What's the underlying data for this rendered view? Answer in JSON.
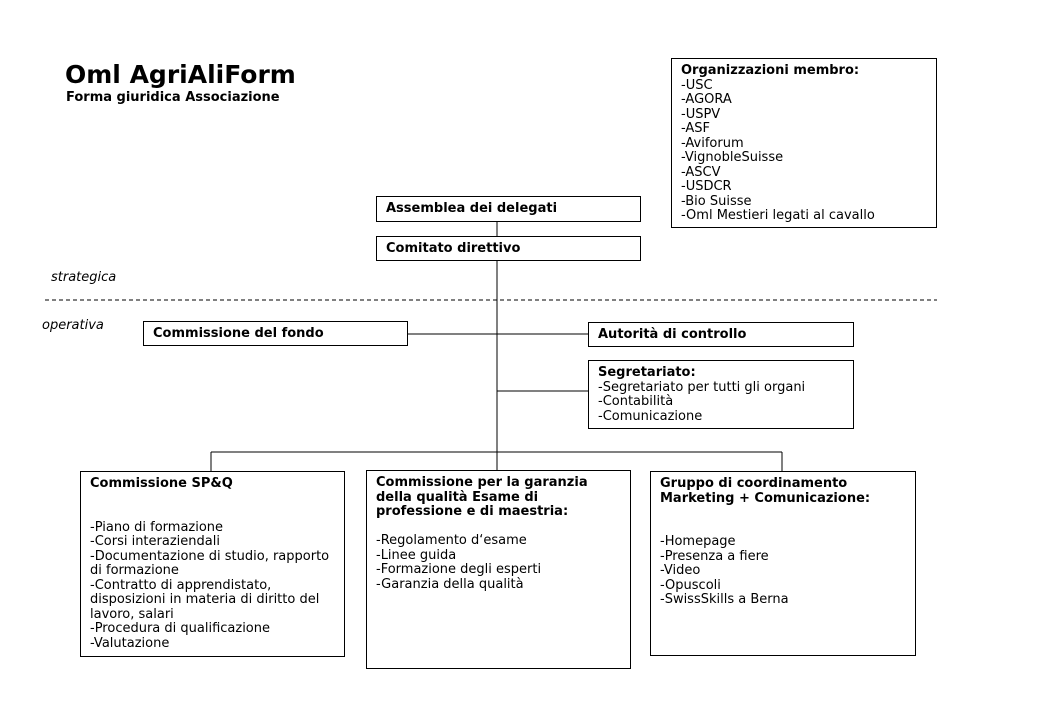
{
  "header": {
    "title": "Oml AgriAliForm",
    "subtitle": "Forma giuridica Associazione"
  },
  "levels": {
    "strategic": "strategica",
    "operative": "operativa"
  },
  "members": {
    "title": "Organizzazioni membro:",
    "items": [
      "-USC",
      "-AGORA",
      "-USPV",
      "-ASF",
      "-Aviforum",
      "-VignobleSuisse",
      "-ASCV",
      "-USDCR",
      "-Bio Suisse",
      "-Oml Mestieri legati al cavallo"
    ]
  },
  "nodes": {
    "assembly": "Assemblea dei delegati",
    "board": "Comitato direttivo",
    "fund": "Commissione del fondo",
    "control": "Autorità di controllo",
    "secretariat": {
      "title": "Segretariato:",
      "items": [
        "-Segretariato per tutti gli organi",
        "-Contabilità",
        "-Comunicazione"
      ]
    },
    "spq": {
      "title": "Commissione SP&Q",
      "items": [
        "-Piano di formazione",
        "-Corsi interaziendali",
        "-Documentazione di studio, rapporto di formazione",
        "-Contratto di apprendistato, disposizioni in materia di diritto del lavoro, salari",
        "-Procedura di qualificazione",
        "-Valutazione"
      ]
    },
    "quality": {
      "title": "Commissione per la garanzia della qualità Esame di professione e di maestria:",
      "items": [
        "-Regolamento d‘esame",
        "-Linee guida",
        "-Formazione degli esperti",
        "-Garanzia della qualità"
      ]
    },
    "marketing": {
      "title": "Gruppo di coordinamento Marketing + Comunicazione:",
      "items": [
        "-Homepage",
        "-Presenza a fiere",
        "-Video",
        "-Opuscoli",
        "-SwissSkills a Berna"
      ]
    }
  }
}
